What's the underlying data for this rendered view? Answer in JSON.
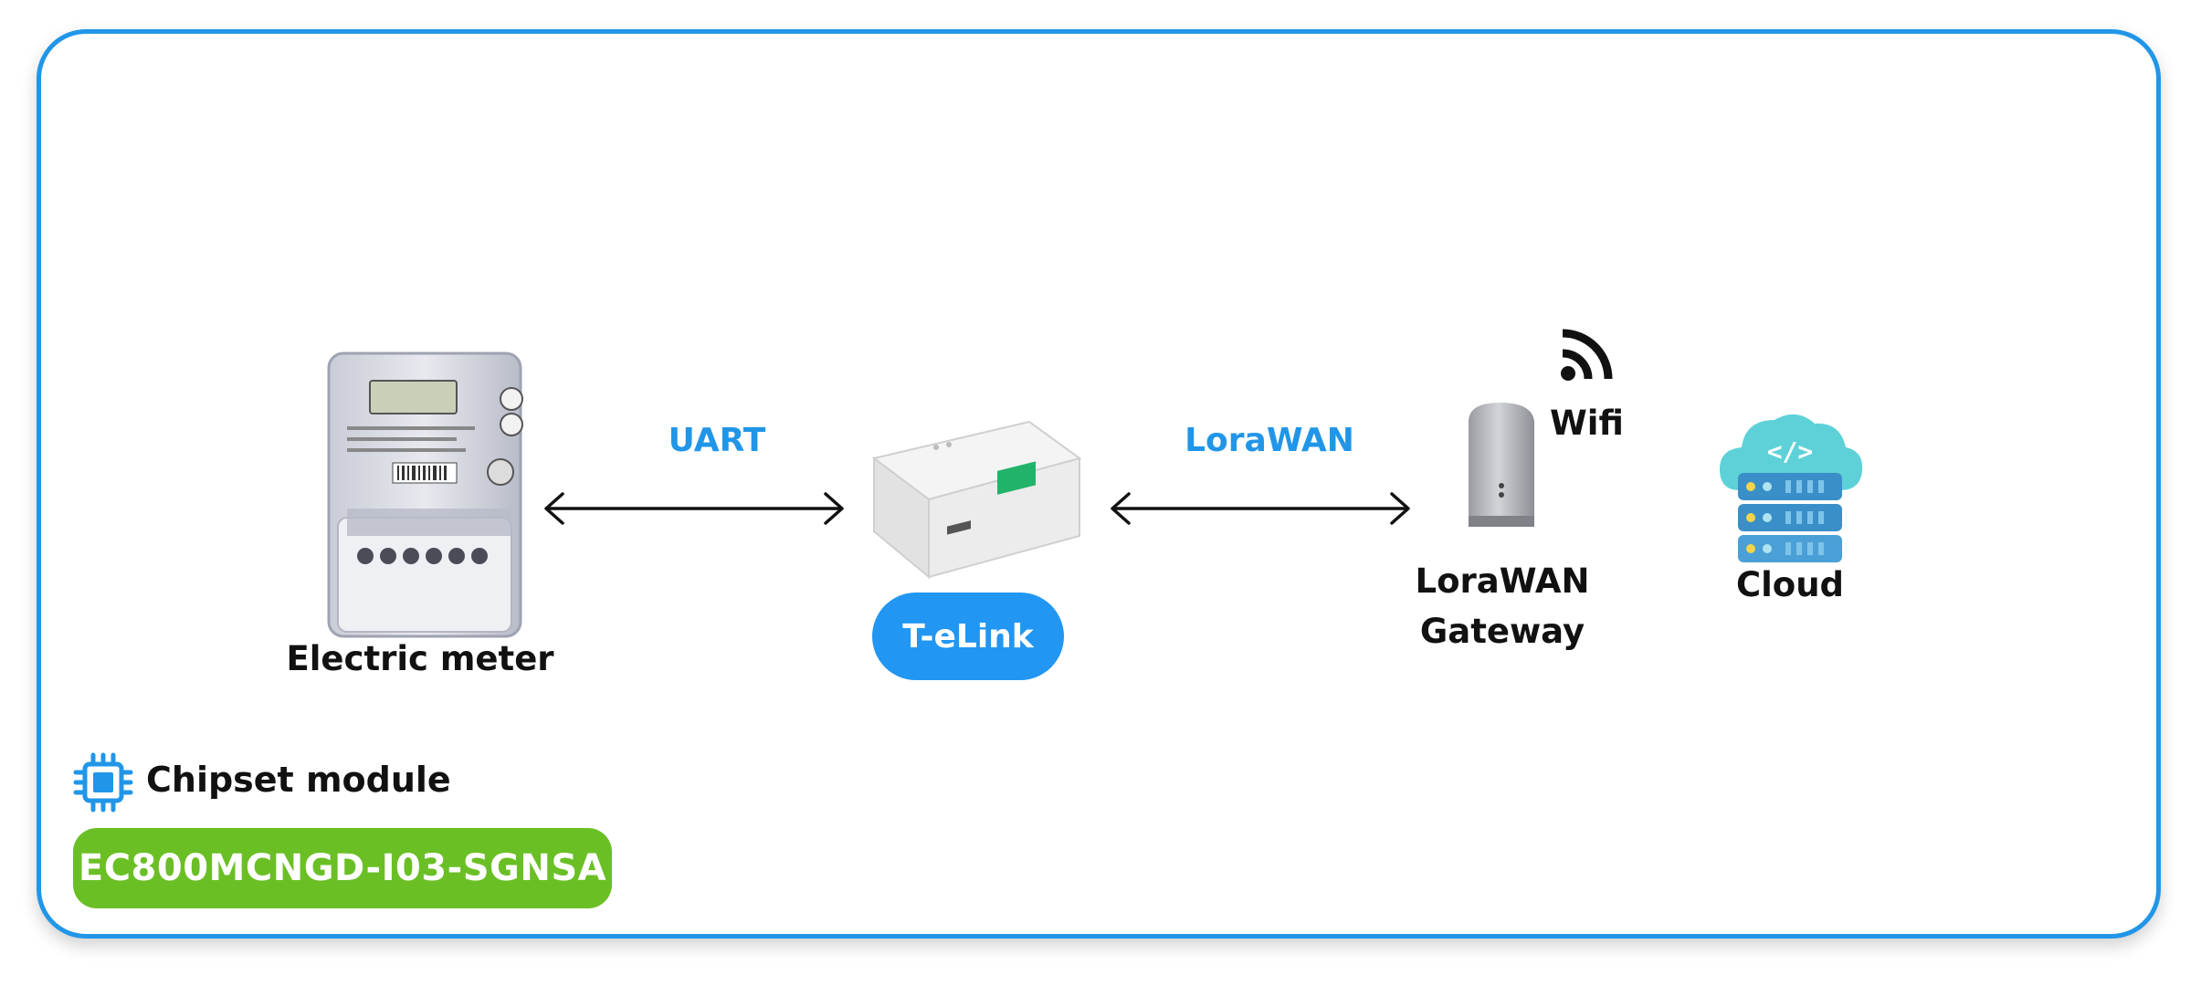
{
  "diagram": {
    "colors": {
      "frame": "#2196e8",
      "link_label": "#2196e8",
      "telink_pill": "#2196f3",
      "chipset_pill": "#6abf25"
    },
    "nodes": {
      "meter": {
        "label": "Electric meter",
        "icon": "electric-meter-image"
      },
      "telink": {
        "label": "T-eLink",
        "icon": "telink-device-image"
      },
      "gateway": {
        "label_line1": "LoraWAN",
        "label_line2": "Gateway",
        "icon": "gateway-image"
      },
      "cloud": {
        "label": "Cloud",
        "icon": "cloud-server-icon"
      },
      "wifi": {
        "label": "Wifi",
        "icon": "wifi-icon"
      }
    },
    "links": {
      "uart": "UART",
      "lorawan": "LoraWAN"
    },
    "chipset": {
      "heading": "Chipset module",
      "icon": "chip-icon",
      "model": "EC800MCNGD-I03-SGNSA"
    }
  }
}
